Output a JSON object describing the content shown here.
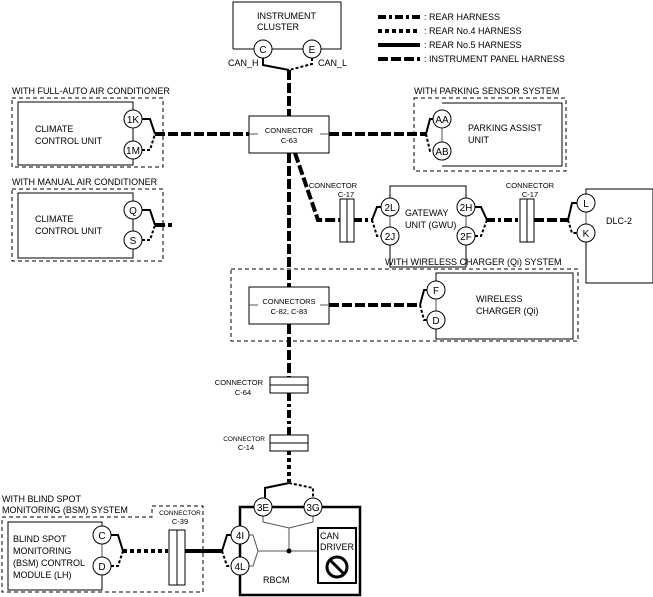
{
  "legend": [
    {
      "style": "rear",
      "label": ": REAR HARNESS"
    },
    {
      "style": "no4",
      "label": ": REAR No.4 HARNESS"
    },
    {
      "style": "no5",
      "label": ": REAR No.5 HARNESS"
    },
    {
      "style": "ip",
      "label": ": INSTRUMENT PANEL HARNESS"
    }
  ],
  "instrument_cluster": {
    "line1": "INSTRUMENT",
    "line2": "CLUSTER",
    "pin_h": "C",
    "pin_l": "E",
    "can_h": "CAN_H",
    "can_l": "CAN_L"
  },
  "full_auto": {
    "group": "WITH FULL-AUTO AIR CONDITIONER",
    "line1": "CLIMATE",
    "line2": "CONTROL UNIT",
    "pin1": "1K",
    "pin2": "1M"
  },
  "manual": {
    "group": "WITH MANUAL AIR CONDITIONER",
    "line1": "CLIMATE",
    "line2": "CONTROL UNIT",
    "pin1": "Q",
    "pin2": "S"
  },
  "c63": {
    "line1": "CONNECTOR",
    "line2": "C-63"
  },
  "parking": {
    "group": "WITH PARKING SENSOR SYSTEM",
    "line1": "PARKING ASSIST",
    "line2": "UNIT",
    "pin1": "AA",
    "pin2": "AB"
  },
  "c17_left": {
    "line1": "CONNECTOR",
    "line2": "C-17"
  },
  "gateway": {
    "line1": "GATEWAY",
    "line2": "UNIT (GWU)",
    "pin1": "2L",
    "pin2": "2J",
    "pin3": "2H",
    "pin4": "2F"
  },
  "c17_right": {
    "line1": "CONNECTOR",
    "line2": "C-17"
  },
  "dlc": {
    "label": "DLC-2",
    "pin1": "L",
    "pin2": "K"
  },
  "wireless": {
    "group": "WITH WIRELESS CHARGER (Qi) SYSTEM",
    "line1": "WIRELESS",
    "line2": "CHARGER (Qi)",
    "pin1": "F",
    "pin2": "D"
  },
  "c82": {
    "line1": "CONNECTORS",
    "line2": "C-82, C-83"
  },
  "c64": {
    "line1": "CONNECTOR",
    "line2": "C-64"
  },
  "c14": {
    "line1": "CONNECTOR",
    "line2": "C-14"
  },
  "bsm": {
    "group1": "WITH BLIND SPOT",
    "group2": "MONITORING (BSM) SYSTEM",
    "line1": "BLIND SPOT",
    "line2": "MONITORING",
    "line3": "(BSM) CONTROL",
    "line4": "MODULE (LH)",
    "pin1": "C",
    "pin2": "D"
  },
  "c39": {
    "line1": "CONNECTOR",
    "line2": "C-39"
  },
  "rbcm": {
    "label": "RBCM",
    "pin1": "3E",
    "pin2": "3G",
    "pin3": "4I",
    "pin4": "4L",
    "driver1": "CAN",
    "driver2": "DRIVER"
  }
}
